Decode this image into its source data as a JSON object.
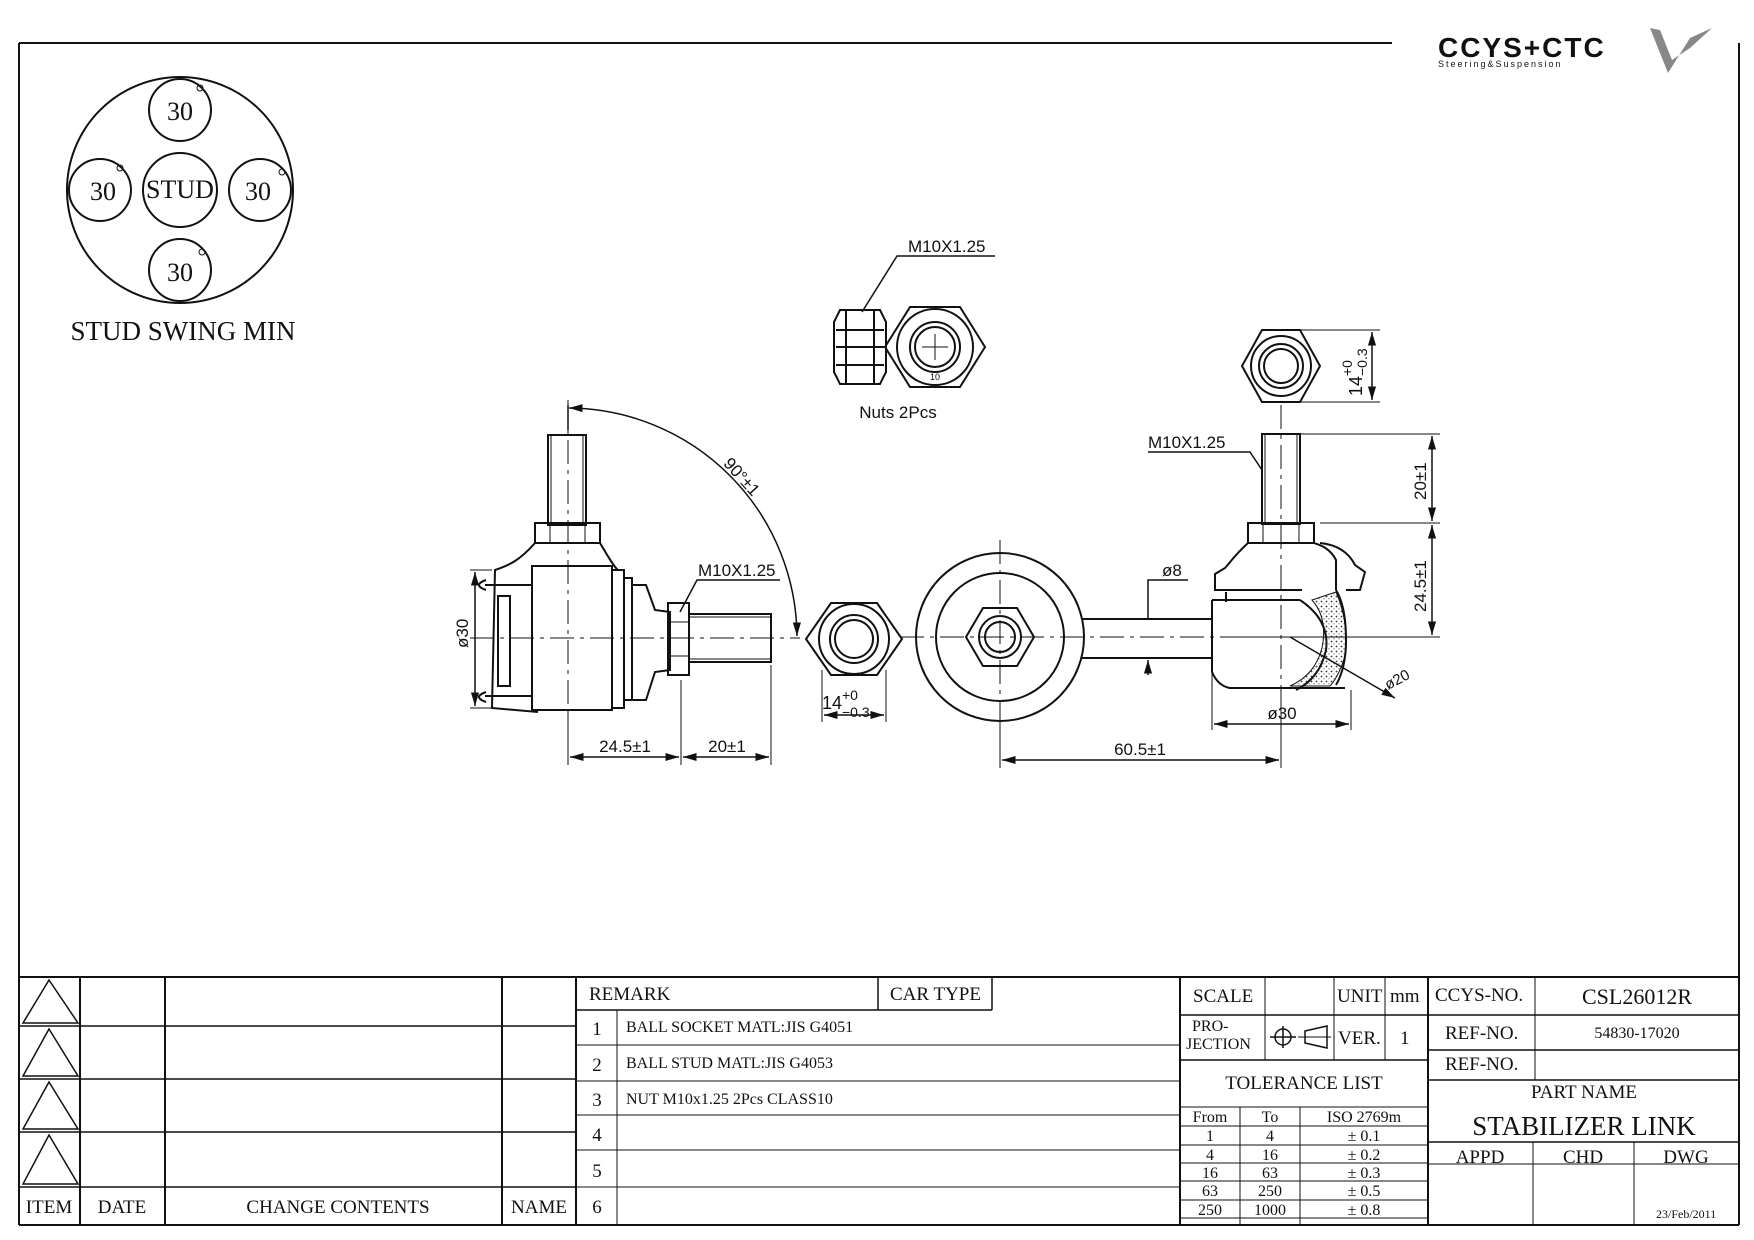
{
  "logo": {
    "text": "CCYS+CTC",
    "sub": "Steering&Suspension"
  },
  "swing": {
    "title": "STUD SWING MIN",
    "center": "STUD",
    "top": "30",
    "left": "30",
    "right": "30",
    "bottom": "30"
  },
  "dims": {
    "nut_thread": "M10X1.25",
    "nuts_qty": "Nuts 2Pcs",
    "nut_size_number": "10",
    "angle": "90°±1",
    "stud_thread_left": "M10X1.25",
    "dia_left": "ø30",
    "len_socket_left": "24.5±1",
    "len_stud_left": "20±1",
    "hex_width_left": "14",
    "hex_width_tol_upper": "+0",
    "hex_width_tol_lower": "−0.3",
    "stud_thread_right": "M10X1.25",
    "hex_width_right": "14",
    "len_stud_right": "20±1",
    "len_socket_right": "24.5±1",
    "rod_dia": "ø8",
    "ball_dia": "ø20",
    "dia_right": "ø30",
    "center_length": "60.5±1"
  },
  "revision_table": {
    "headers": [
      "ITEM",
      "DATE",
      "CHANGE CONTENTS",
      "NAME"
    ],
    "rows": 4
  },
  "remark": {
    "label": "REMARK",
    "car_type_label": "CAR TYPE",
    "car_type_value": "",
    "items": [
      {
        "no": "1",
        "text": "BALL SOCKET MATL:JIS G4051"
      },
      {
        "no": "2",
        "text": "BALL STUD MATL:JIS G4053"
      },
      {
        "no": "3",
        "text": "NUT M10x1.25 2Pcs CLASS10"
      },
      {
        "no": "4",
        "text": ""
      },
      {
        "no": "5",
        "text": ""
      },
      {
        "no": "6",
        "text": ""
      }
    ]
  },
  "info": {
    "scale_label": "SCALE",
    "scale_value": "",
    "unit_label": "UNIT",
    "unit_value": "mm",
    "projection_label_1": "PRO-",
    "projection_label_2": "JECTION",
    "ver_label": "VER.",
    "ver_value": "1",
    "tolerance_title": "TOLERANCE LIST",
    "tol_headers": [
      "From",
      "To",
      "ISO 2769m"
    ],
    "tol_rows": [
      {
        "from": "1",
        "to": "4",
        "tol": "± 0.1"
      },
      {
        "from": "4",
        "to": "16",
        "tol": "± 0.2"
      },
      {
        "from": "16",
        "to": "63",
        "tol": "± 0.3"
      },
      {
        "from": "63",
        "to": "250",
        "tol": "± 0.5"
      },
      {
        "from": "250",
        "to": "1000",
        "tol": "± 0.8"
      }
    ]
  },
  "part": {
    "ccys_no_label": "CCYS-NO.",
    "ccys_no": "CSL26012R",
    "ref_no_label": "REF-NO.",
    "ref_no": "54830-17020",
    "ref_no2_label": "REF-NO.",
    "ref_no2": "",
    "part_name_label": "PART NAME",
    "part_name": "STABILIZER LINK",
    "appd_label": "APPD",
    "chd_label": "CHD",
    "dwg_label": "DWG",
    "date": "23/Feb/2011"
  }
}
